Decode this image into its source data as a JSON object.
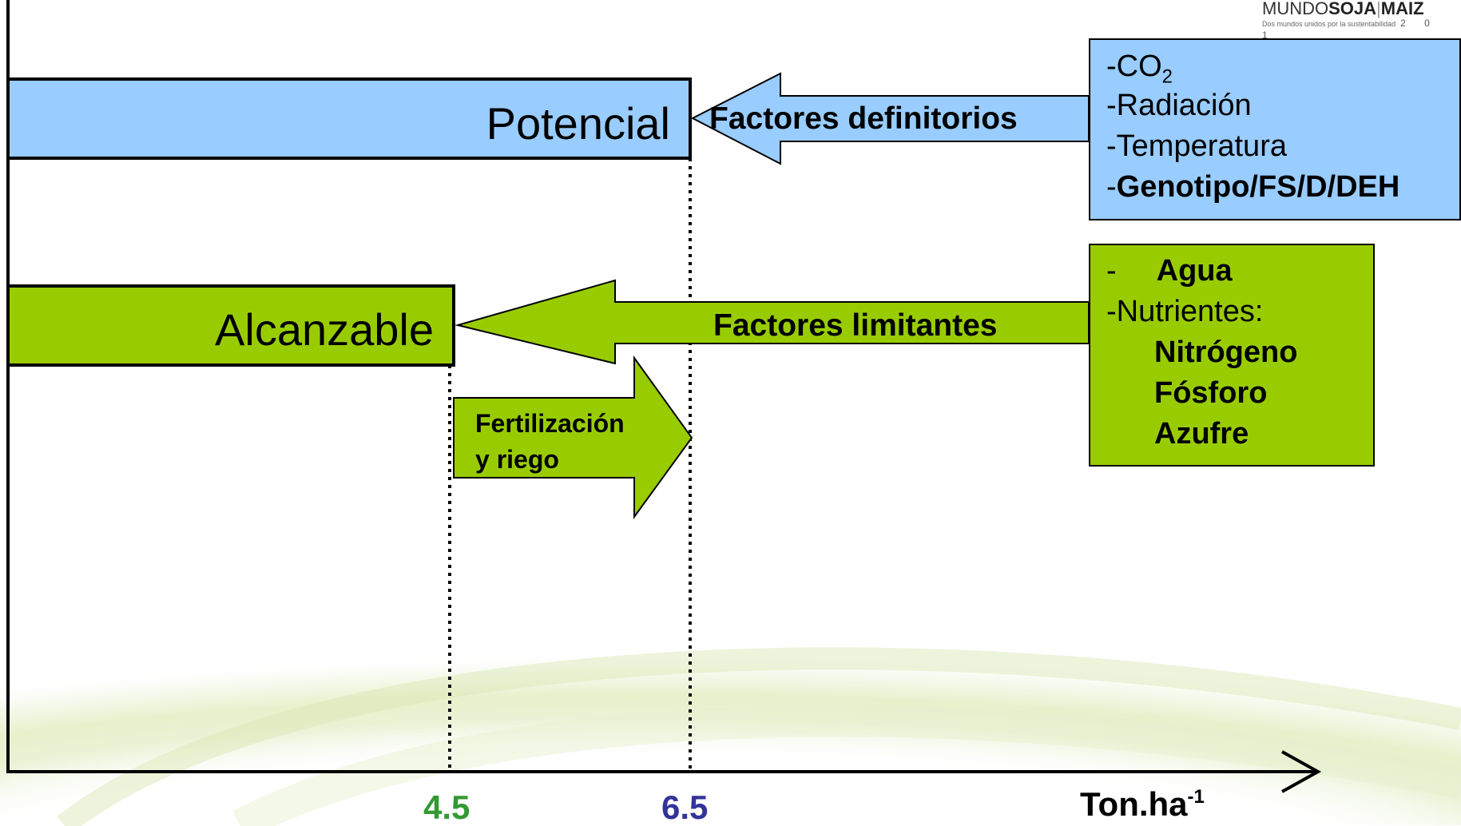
{
  "logo": {
    "part1": "MUNDO",
    "part2": "SOJA",
    "part3": "MAIZ",
    "tagline": "Dos mundos unidos por la sustentabilidad",
    "year": "2 0 1"
  },
  "bars": {
    "potencial": {
      "label": "Potencial",
      "value": 6.5,
      "color": "#99ccff"
    },
    "alcanzable": {
      "label": "Alcanzable",
      "value": 4.5,
      "color": "#99cc00"
    }
  },
  "arrows": {
    "definitorios": "Factores definitorios",
    "limitantes": "Factores limitantes",
    "fertilizacion_line1": "Fertilización",
    "fertilizacion_line2": "y riego"
  },
  "definitorios_box": {
    "item1_prefix": "-CO",
    "item1_sub": "2",
    "item2": "-Radiación",
    "item3": "-Temperatura",
    "item4_prefix": "-",
    "item4_bold": "Genotipo/FS/D/DEH"
  },
  "limitantes_box": {
    "item1_dash": "-",
    "item1": "Agua",
    "item2": "-Nutrientes:",
    "item3": "Nitrógeno",
    "item4": "Fósforo",
    "item5": "Azufre"
  },
  "axis": {
    "tick_low": "4.5",
    "tick_high": "6.5",
    "unit_base": "Ton.ha",
    "unit_sup": "-1",
    "tick_low_color": "#339933",
    "tick_high_color": "#333399"
  }
}
